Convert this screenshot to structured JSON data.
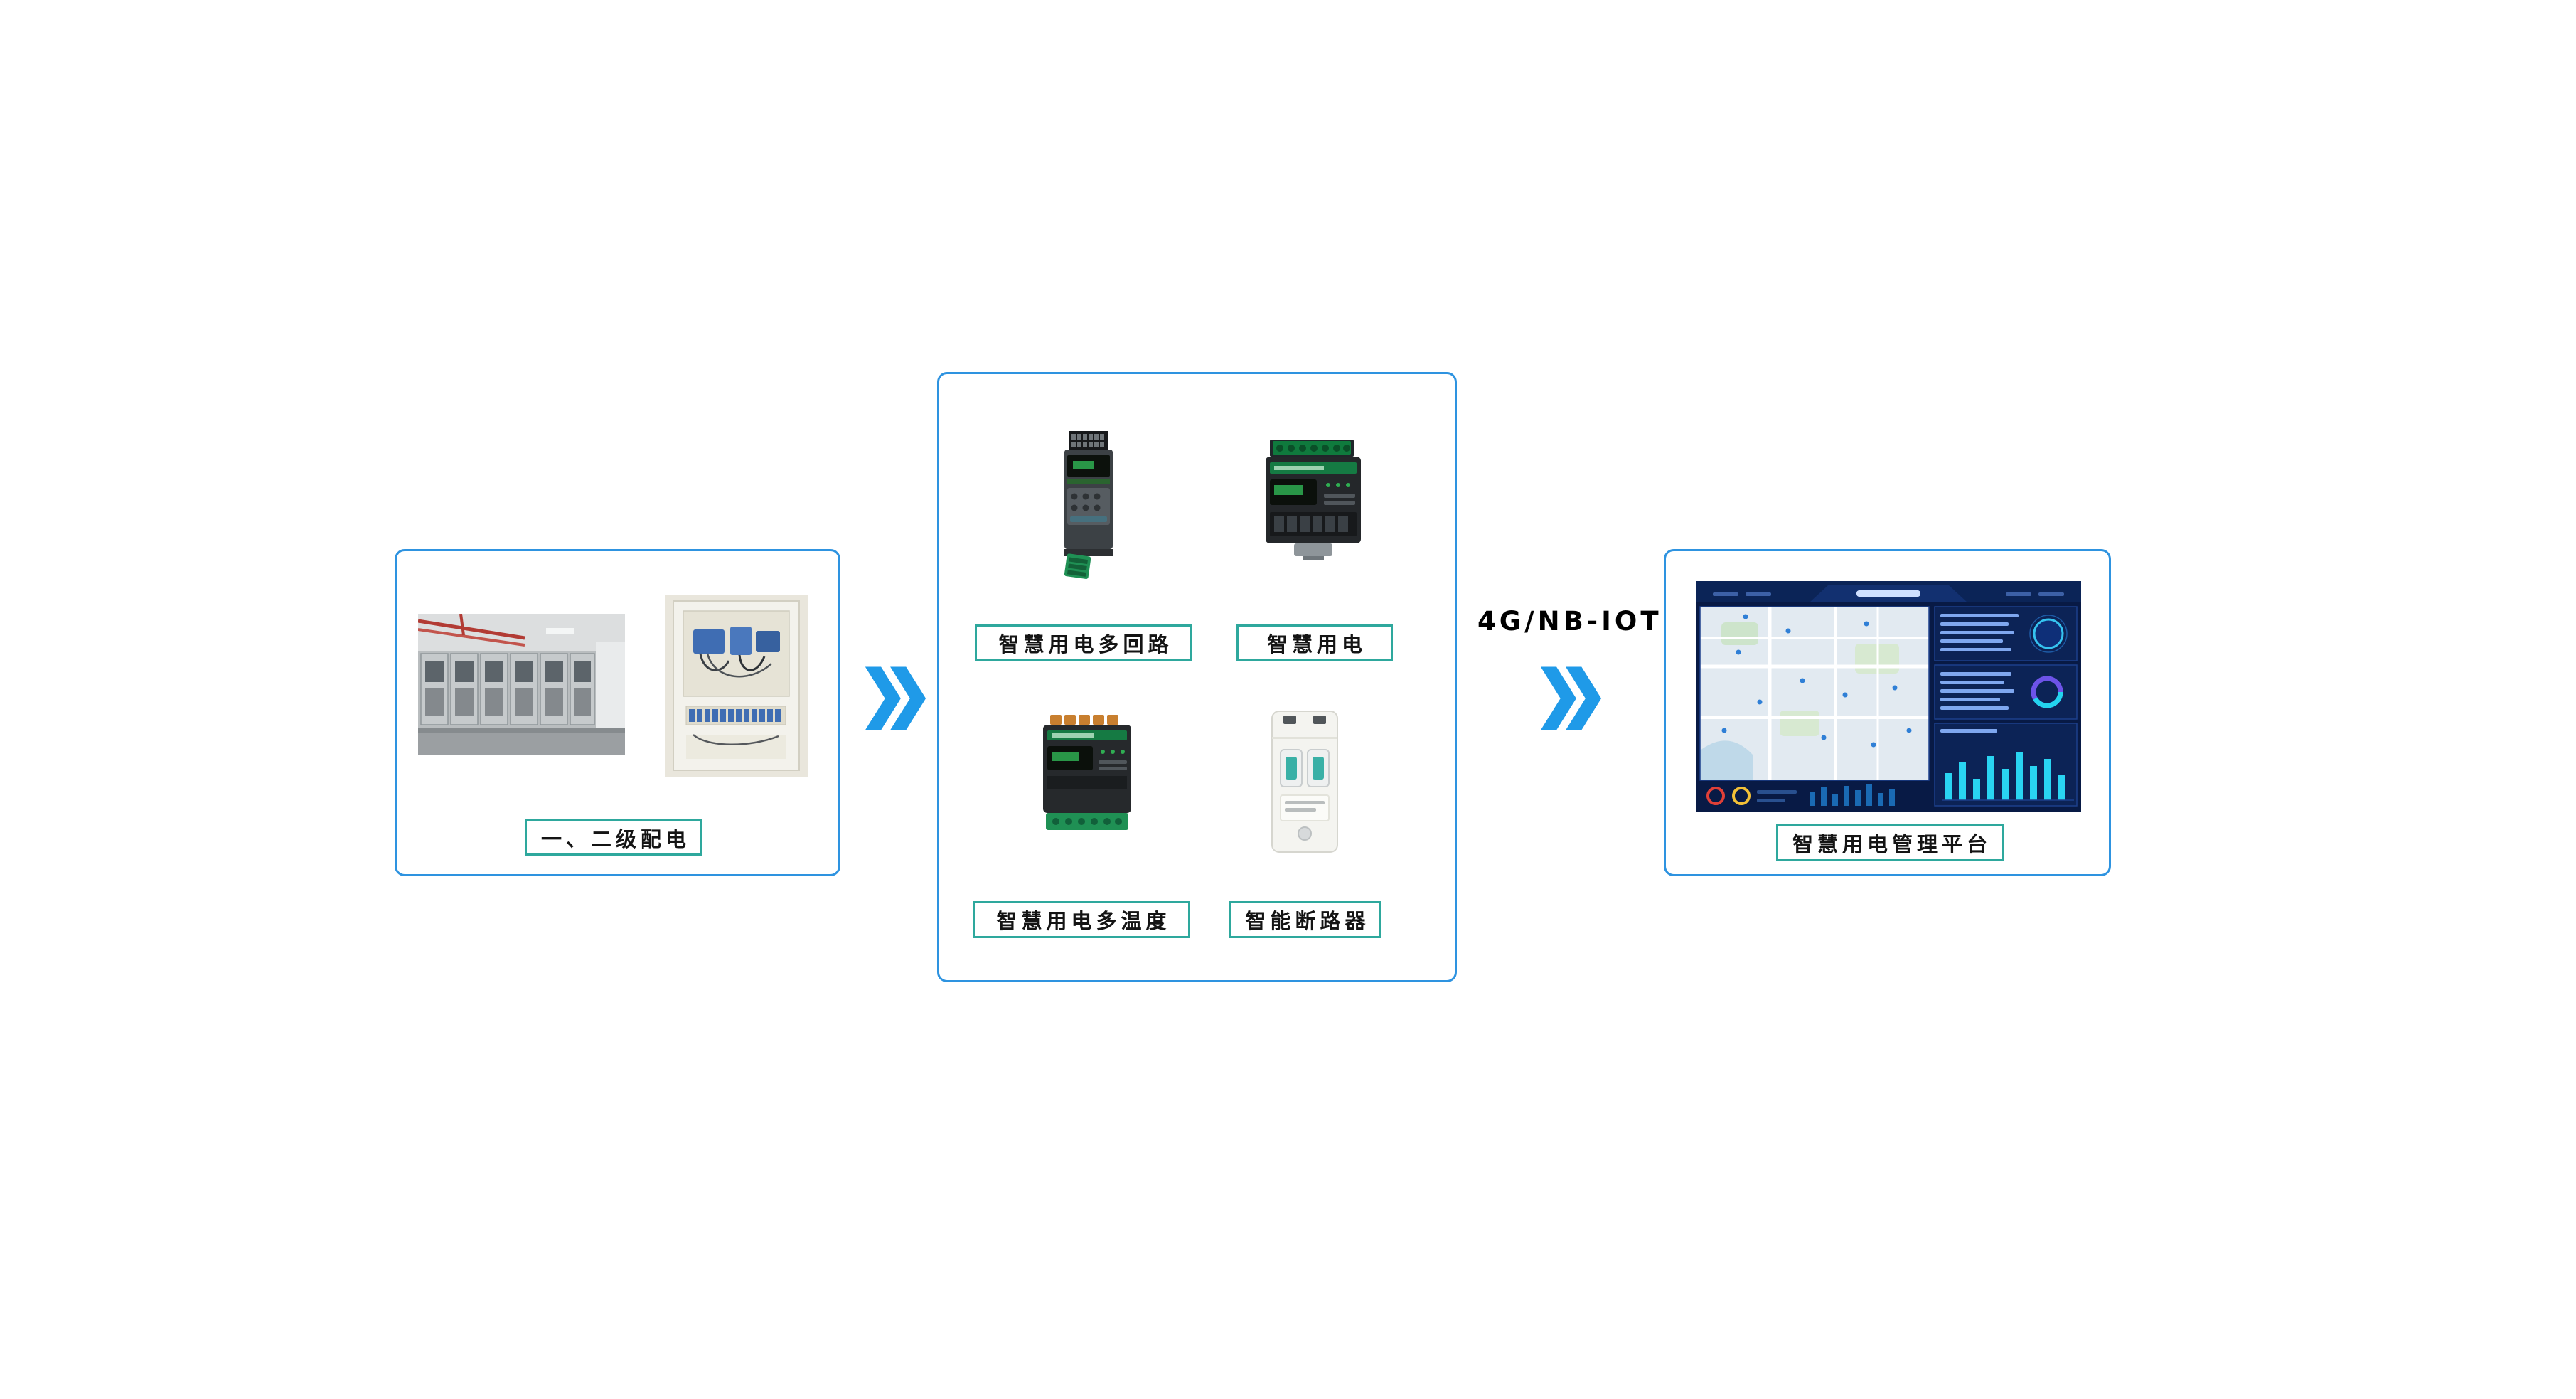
{
  "colors": {
    "box_border": "#2e93e0",
    "label_border": "#2ea89d",
    "arrow_blue": "#1f9ae8",
    "label_text": "#141414"
  },
  "left_panel": {
    "label": "一、二级配电"
  },
  "device_panel": {
    "devices": [
      {
        "label": "智慧用电多回路"
      },
      {
        "label": "智慧用电"
      },
      {
        "label": "智慧用电多温度"
      },
      {
        "label": "智能断路器"
      }
    ]
  },
  "connection": {
    "label": "4G/NB-IOT"
  },
  "platform_panel": {
    "label": "智慧用电管理平台"
  },
  "icons": {
    "flow_arrow": "double-chevron-right"
  }
}
